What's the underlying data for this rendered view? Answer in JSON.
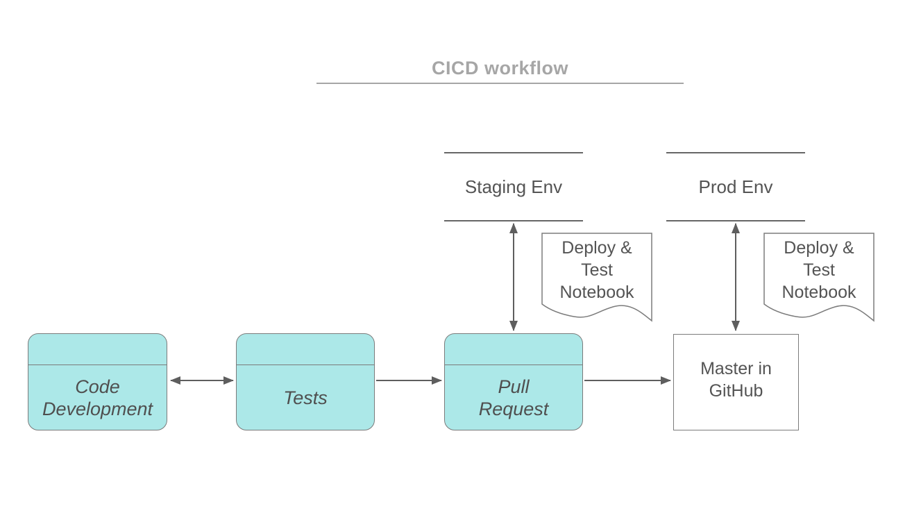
{
  "title": "CICD workflow",
  "colors": {
    "node_fill": "#ACE8E8",
    "node_border": "#7B7B7B",
    "connector": "#5E5E5E",
    "node_text": "#4F4F4F",
    "label_text": "#545454",
    "title_text": "#A6A6A6",
    "env_line": "#666666"
  },
  "environments": [
    {
      "id": "staging-env",
      "label": "Staging Env"
    },
    {
      "id": "prod-env",
      "label": "Prod Env"
    }
  ],
  "documents": [
    {
      "id": "staging-notebook",
      "lines": [
        "Deploy &",
        "Test",
        "Notebook"
      ]
    },
    {
      "id": "prod-notebook",
      "lines": [
        "Deploy &",
        "Test",
        "Notebook"
      ]
    }
  ],
  "nodes": [
    {
      "id": "code-development",
      "shape": "process",
      "lines": [
        "Code",
        "Development"
      ]
    },
    {
      "id": "tests",
      "shape": "process",
      "lines": [
        "Tests"
      ]
    },
    {
      "id": "pull-request",
      "shape": "process",
      "lines": [
        "Pull",
        "Request"
      ]
    },
    {
      "id": "master-in-github",
      "shape": "rectangle",
      "lines": [
        "Master in",
        "GitHub"
      ]
    }
  ],
  "edges": [
    {
      "from": "code-development",
      "to": "tests",
      "direction": "both"
    },
    {
      "from": "tests",
      "to": "pull-request",
      "direction": "forward"
    },
    {
      "from": "pull-request",
      "to": "master-in-github",
      "direction": "forward"
    },
    {
      "from": "pull-request",
      "to": "staging-env",
      "direction": "both"
    },
    {
      "from": "master-in-github",
      "to": "prod-env",
      "direction": "both"
    }
  ]
}
